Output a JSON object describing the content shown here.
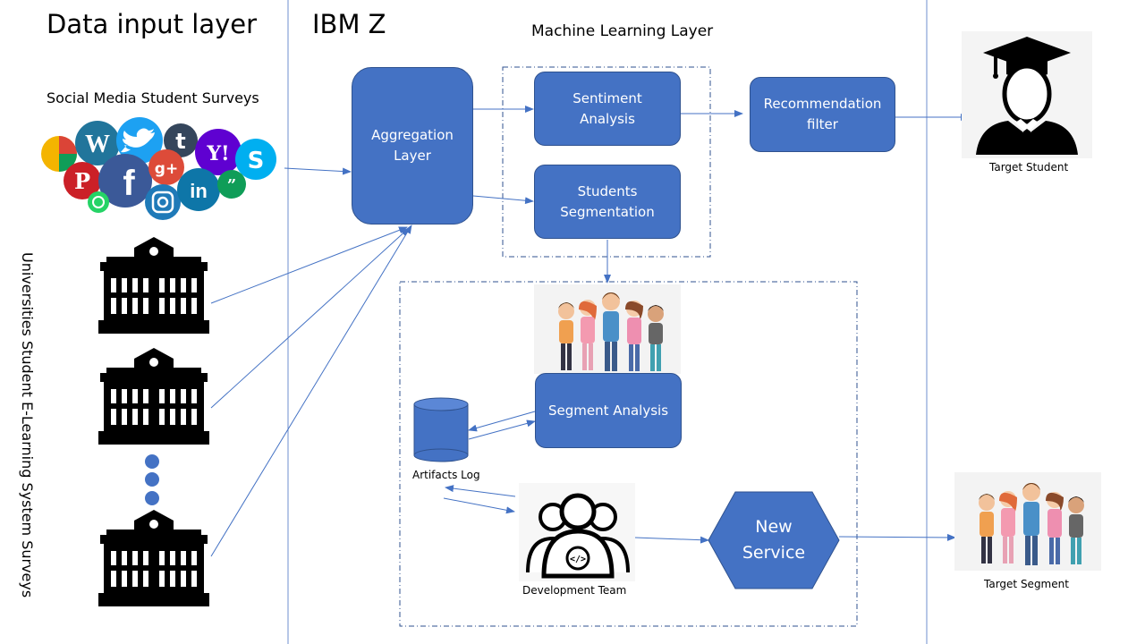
{
  "headers": {
    "data_input": "Data input layer",
    "ibm_z": "IBM Z",
    "ml_layer": "Machine Learning Layer"
  },
  "sources": {
    "social_media": "Social Media Student Surveys",
    "universities": "Universities Student E-Learning System Surveys"
  },
  "boxes": {
    "aggregation": "Aggregation\nLayer",
    "sentiment": "Sentiment\nAnalysis",
    "segmentation": "Students\nSegmentation",
    "recommendation": "Recommendation\nfilter",
    "segment_analysis": "Segment Analysis",
    "new_service": "New\nService"
  },
  "captions": {
    "target_student": "Target Student",
    "artifacts_log": "Artifacts Log",
    "development_team": "Development Team",
    "target_segment": "Target Segment"
  },
  "colors": {
    "box_fill": "#4472c4",
    "box_border": "#2f528f",
    "line": "#4472c4",
    "separator": "#6f8fcf"
  }
}
